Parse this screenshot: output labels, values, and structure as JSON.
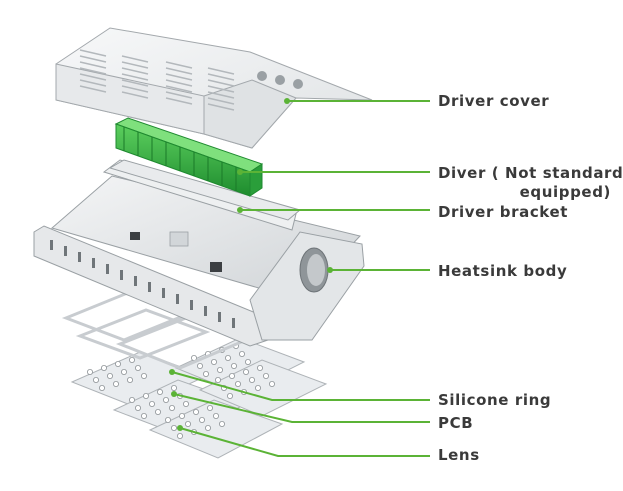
{
  "colors": {
    "leader": "#5bb336",
    "driver_green": "#37b24a",
    "driver_dark": "#1f8a30",
    "metal_light": "#f1f3f4",
    "metal_mid": "#d9dcde",
    "metal_dark": "#b7bbbe",
    "text": "#3a3a3a"
  },
  "labels": {
    "driver_cover": "Driver cover",
    "diver_line1": "Diver  ( Not standard",
    "diver_line2": "equipped)",
    "driver_bracket": "Driver bracket",
    "heatsink_body": "Heatsink body",
    "silicone_ring": "Silicone ring",
    "pcb": "PCB",
    "lens": "Lens"
  }
}
